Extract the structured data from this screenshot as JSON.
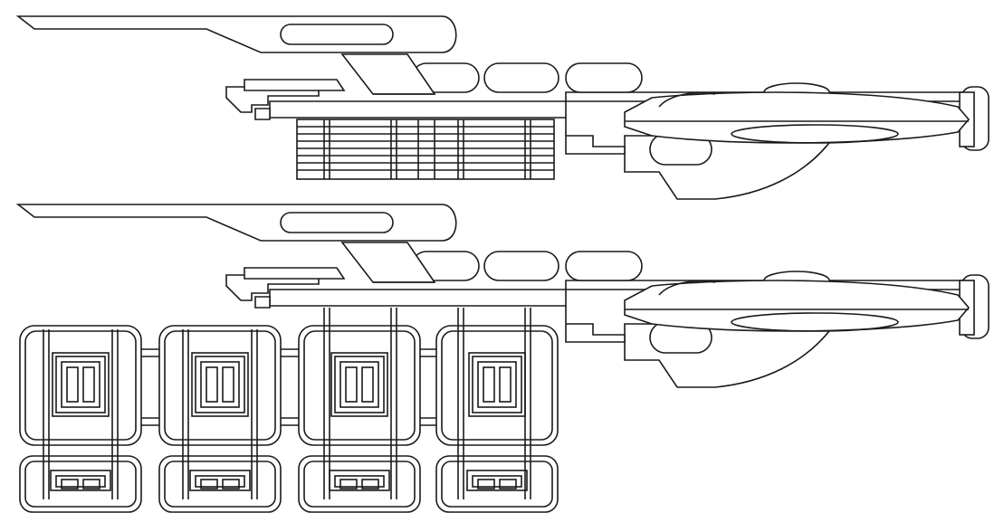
{
  "drawing": {
    "stroke_color": "#1a1a1a",
    "background_color": "#ffffff",
    "views": [
      {
        "name": "ship-configuration-a",
        "payload": "open-truss-frame"
      },
      {
        "name": "ship-configuration-b",
        "payload": "cargo-pods",
        "pod_count": 4
      }
    ]
  }
}
